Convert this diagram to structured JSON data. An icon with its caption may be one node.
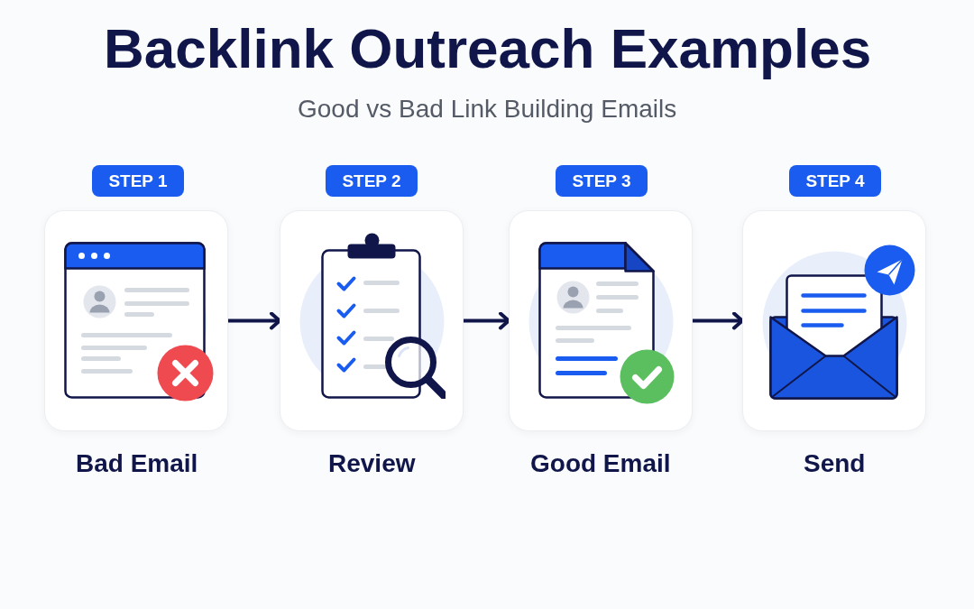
{
  "diagram": {
    "title": "Backlink Outreach Examples",
    "nodes": [
      {
        "text": [
          "STEP 1"
        ]
      },
      {
        "text": [
          "Bad Email"
        ]
      },
      {
        "text": [
          "STEP 2"
        ]
      },
      {
        "text": [
          "Review"
        ]
      },
      {
        "text": [
          "STEP 3"
        ]
      },
      {
        "text": [
          "Good Email"
        ]
      },
      {
        "text": [
          "STEP 4"
        ]
      },
      {
        "text": [
          "Send"
        ]
      }
    ],
    "edges": [
      {
        "from": 1,
        "to": 3,
        "arrow": "to"
      },
      {
        "from": 3,
        "to": 5,
        "arrow": "to"
      },
      {
        "from": 5,
        "to": 7,
        "arrow": "to"
      }
    ],
    "labels": [
      "Good vs Bad Link Building Emails"
    ]
  }
}
